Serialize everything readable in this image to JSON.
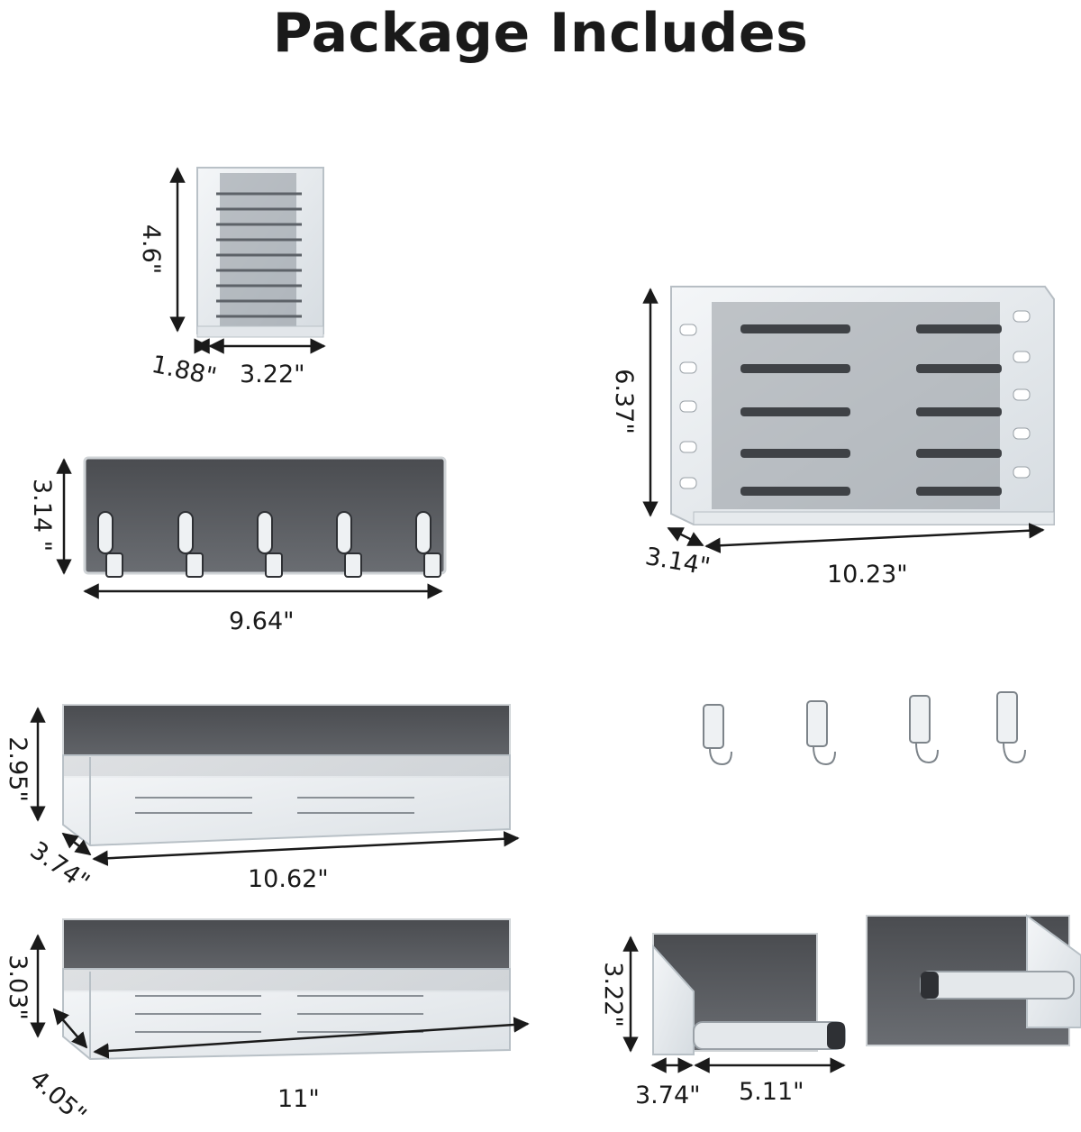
{
  "title": "Package Includes",
  "items": [
    {
      "name": "vertical organizer",
      "height": "4.6\"",
      "depth": "1.88\"",
      "width": "3.22\""
    },
    {
      "name": "large organizer",
      "height": "6.37\"",
      "depth": "3.14\"",
      "width": "10.23\""
    },
    {
      "name": "hook rack",
      "height": "3.14 \"",
      "width": "9.64\""
    },
    {
      "name": "shelf small",
      "height": "2.95\"",
      "depth": "3.74\"",
      "width": "10.62\""
    },
    {
      "name": "shelf large",
      "height": "3.03\"",
      "depth": "4.05\"",
      "width": "11\""
    },
    {
      "name": "paper holder",
      "height": "3.22\"",
      "depth": "3.74\"",
      "width": "5.11\""
    }
  ],
  "colors": {
    "panel": "#5a5c60",
    "clear": "#e8ecef",
    "text": "#1a1a1a"
  }
}
